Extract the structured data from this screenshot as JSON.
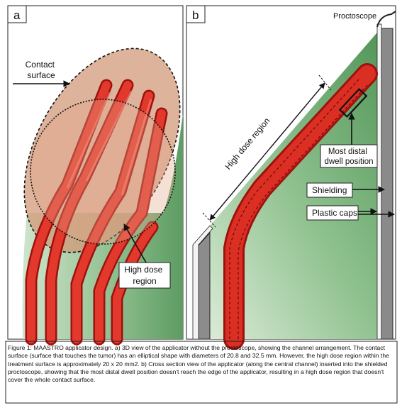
{
  "figure": {
    "panel_a": {
      "letter": "a",
      "contact_surface_label": [
        "Contact",
        "surface"
      ],
      "high_dose_label": [
        "High dose",
        "region"
      ]
    },
    "panel_b": {
      "letter": "b",
      "proctoscope_label": "Proctoscope",
      "high_dose_region_label": "High dose region",
      "most_distal_label": [
        "Most distal",
        "dwell position"
      ],
      "shielding_label": "Shielding",
      "plastic_caps_label": "Plastic caps"
    },
    "colors": {
      "green_dark": "#5f9e64",
      "green_light": "#cfe5cb",
      "red_applicator": "#d9281e",
      "contact_fill": "#d9a07e",
      "shield_gray": "#8a8a8a"
    }
  },
  "caption": "Figure 1: MAASTRO applicator design. a) 3D view of the applicator without the proctoscope, showing the channel arrangement. The contact surface (surface that touches the tumor) has an elliptical shape with diameters of 20.8 and 32.5 mm. However, the high dose region within the treatment surface is approximately 20 x 20 mm2. b) Cross section view of the applicator (along the central channel) inserted into the shielded proctoscope, showing that the most distal dwell position doesn't reach the edge of the applicator, resulting in a high dose region that doesn't cover the whole contact surface."
}
